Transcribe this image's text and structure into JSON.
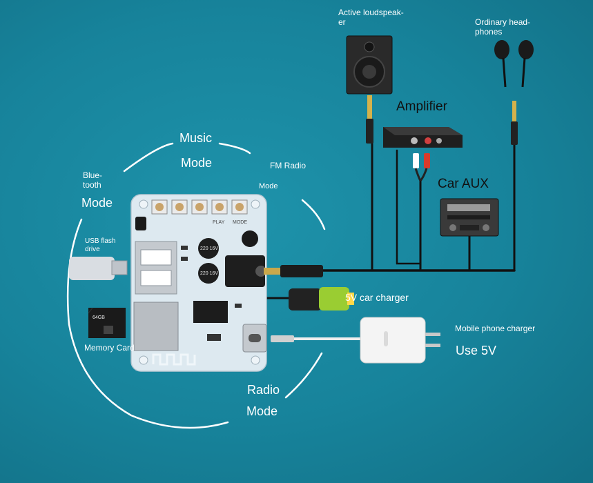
{
  "labels": {
    "active_loudspeaker_1": "Active loudspeak-",
    "active_loudspeaker_2": "er",
    "ordinary_headphones_1": "Ordinary head-",
    "ordinary_headphones_2": "phones",
    "amplifier": "Amplifier",
    "car_aux": "Car AUX",
    "music": "Music",
    "music_mode": "Mode",
    "fm_radio": "FM Radio",
    "fm_mode": "Mode",
    "bluetooth_1": "Blue-",
    "bluetooth_2": "tooth",
    "bluetooth_mode": "Mode",
    "usb_flash_1": "USB flash",
    "usb_flash_2": "drive",
    "memory_card": "Memory Card",
    "car_charger": "5V car charger",
    "phone_charger": "Mobile phone charger",
    "use_5v": "Use 5V",
    "radio": "Radio",
    "radio_mode": "Mode"
  },
  "board_text": {
    "cap_1": "220 16V",
    "cap_2": "220 16V",
    "sd_card": "64GB",
    "mode_key": "MODE",
    "play_key": "PLAY"
  },
  "colors": {
    "background": "#17839b",
    "board": "#dde9f0",
    "cable": "#111111",
    "charger_accent": "#9acd32"
  }
}
